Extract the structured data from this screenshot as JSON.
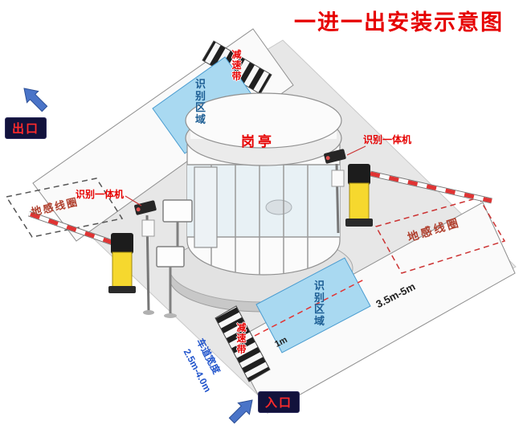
{
  "title": "一进一出安装示意图",
  "badges": {
    "exit": "出口",
    "entrance": "入口"
  },
  "booth": {
    "label": "岗亭"
  },
  "zones": {
    "top": "识别区域",
    "bottom": "识别区域"
  },
  "speed_bumps": {
    "top": "减速带",
    "bottom": "减速带"
  },
  "ground_coils": {
    "left": "地感线圈",
    "right": "地感线圈"
  },
  "recognition_units": {
    "left": "识别一体机",
    "right": "识别一体机"
  },
  "measurements": {
    "coil_to_barrier": "3.5m-5m",
    "lane_width_label": "车道宽度",
    "lane_width_value": "2.5m-4.0m",
    "bump_to_zone": "1m"
  },
  "colors": {
    "accent_red": "#e60000",
    "zone_blue": "#a9d9f1",
    "zone_text_blue": "#1d5e94",
    "coil_text_red": "#b0402e",
    "badge_bg": "#12123c",
    "badge_text": "#ff2b2b",
    "arrow_blue": "#4a74c8",
    "barrier_yellow": "#f6d82e",
    "measure_blue": "#2255cc",
    "ground_gray": "#e7e7e7"
  }
}
